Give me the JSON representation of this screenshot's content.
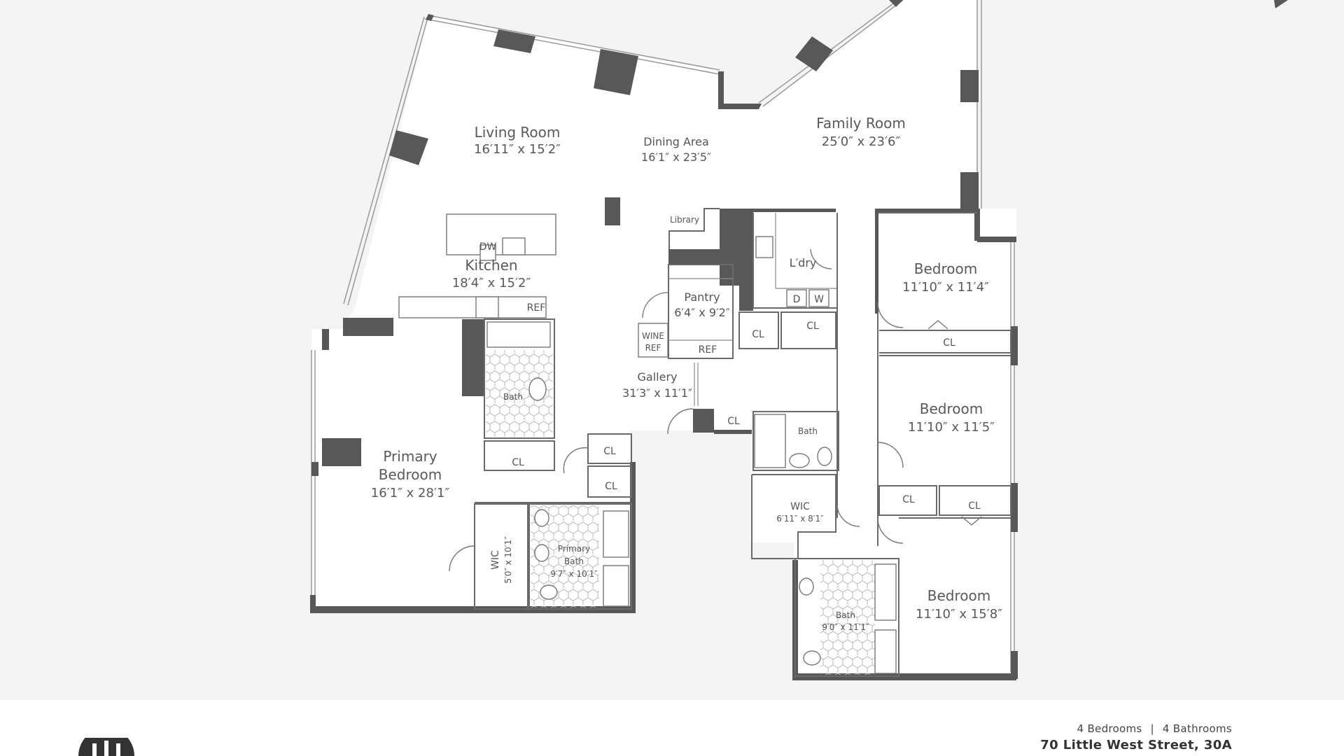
{
  "rooms": {
    "living_room": {
      "name": "Living Room",
      "dims": "16′11″ x 15′2″"
    },
    "dining_area": {
      "name": "Dining Area",
      "dims": "16′1″ x 23′5″"
    },
    "family_room": {
      "name": "Family Room",
      "dims": "25′0″ x 23′6″"
    },
    "kitchen": {
      "name": "Kitchen",
      "dims": "18′4″ x 15′2″"
    },
    "library": {
      "name": "Library"
    },
    "laundry": {
      "name": "L′dry"
    },
    "pantry": {
      "name": "Pantry",
      "dims": "6′4″ x 9′2″"
    },
    "gallery": {
      "name": "Gallery",
      "dims": "31′3″ x 11′1″"
    },
    "primary_bedroom": {
      "name_line1": "Primary",
      "name_line2": "Bedroom",
      "dims": "16′1″ x 28′1″"
    },
    "primary_bath": {
      "name_line1": "Primary",
      "name_line2": "Bath",
      "dims": "9′7″ x 10′1″"
    },
    "primary_wic": {
      "name": "WIC",
      "dims": "5′0″ x 10′1″"
    },
    "bath_1": {
      "name": "Bath"
    },
    "bath_2": {
      "name": "Bath"
    },
    "bath_3": {
      "name": "Bath",
      "dims": "9′0″ x 11′1″"
    },
    "wic_2": {
      "name": "WIC",
      "dims": "6′11″ x 8′1″"
    },
    "bedroom_1": {
      "name": "Bedroom",
      "dims": "11′10″ x 11′4″"
    },
    "bedroom_2": {
      "name": "Bedroom",
      "dims": "11′10″ x 11′5″"
    },
    "bedroom_3": {
      "name": "Bedroom",
      "dims": "11′10″ x 15′8″"
    }
  },
  "fixtures": {
    "dishwasher": "DW",
    "refrigerator": "REF",
    "pantry_ref": "REF",
    "wine_ref_line1": "WINE",
    "wine_ref_line2": "REF",
    "dryer": "D",
    "washer": "W",
    "closet": "CL"
  },
  "summary": {
    "bedrooms": "4 Bedrooms",
    "separator": "|",
    "bathrooms": "4 Bathrooms"
  },
  "address": "70 Little West Street, 30A",
  "icons": [
    "logo-mark-icon",
    "compass-arrow-icon"
  ],
  "colors": {
    "wall": "#585858",
    "background": "#f4f4f4",
    "footer": "#ffffff",
    "text": "#595959"
  }
}
